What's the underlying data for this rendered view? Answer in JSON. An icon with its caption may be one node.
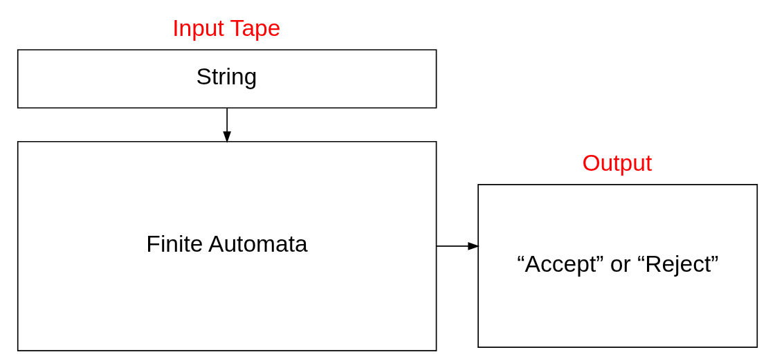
{
  "diagram": {
    "nodes": [
      {
        "text": [
          "Input Tape",
          "String"
        ]
      },
      {
        "text": [
          "Finite Automata"
        ]
      },
      {
        "text": [
          "Output",
          "“Accept” or “Reject”"
        ]
      }
    ],
    "edges": [
      {
        "from": 0,
        "to": 1,
        "arrow": "to"
      },
      {
        "from": 1,
        "to": 2,
        "arrow": "to"
      }
    ]
  }
}
